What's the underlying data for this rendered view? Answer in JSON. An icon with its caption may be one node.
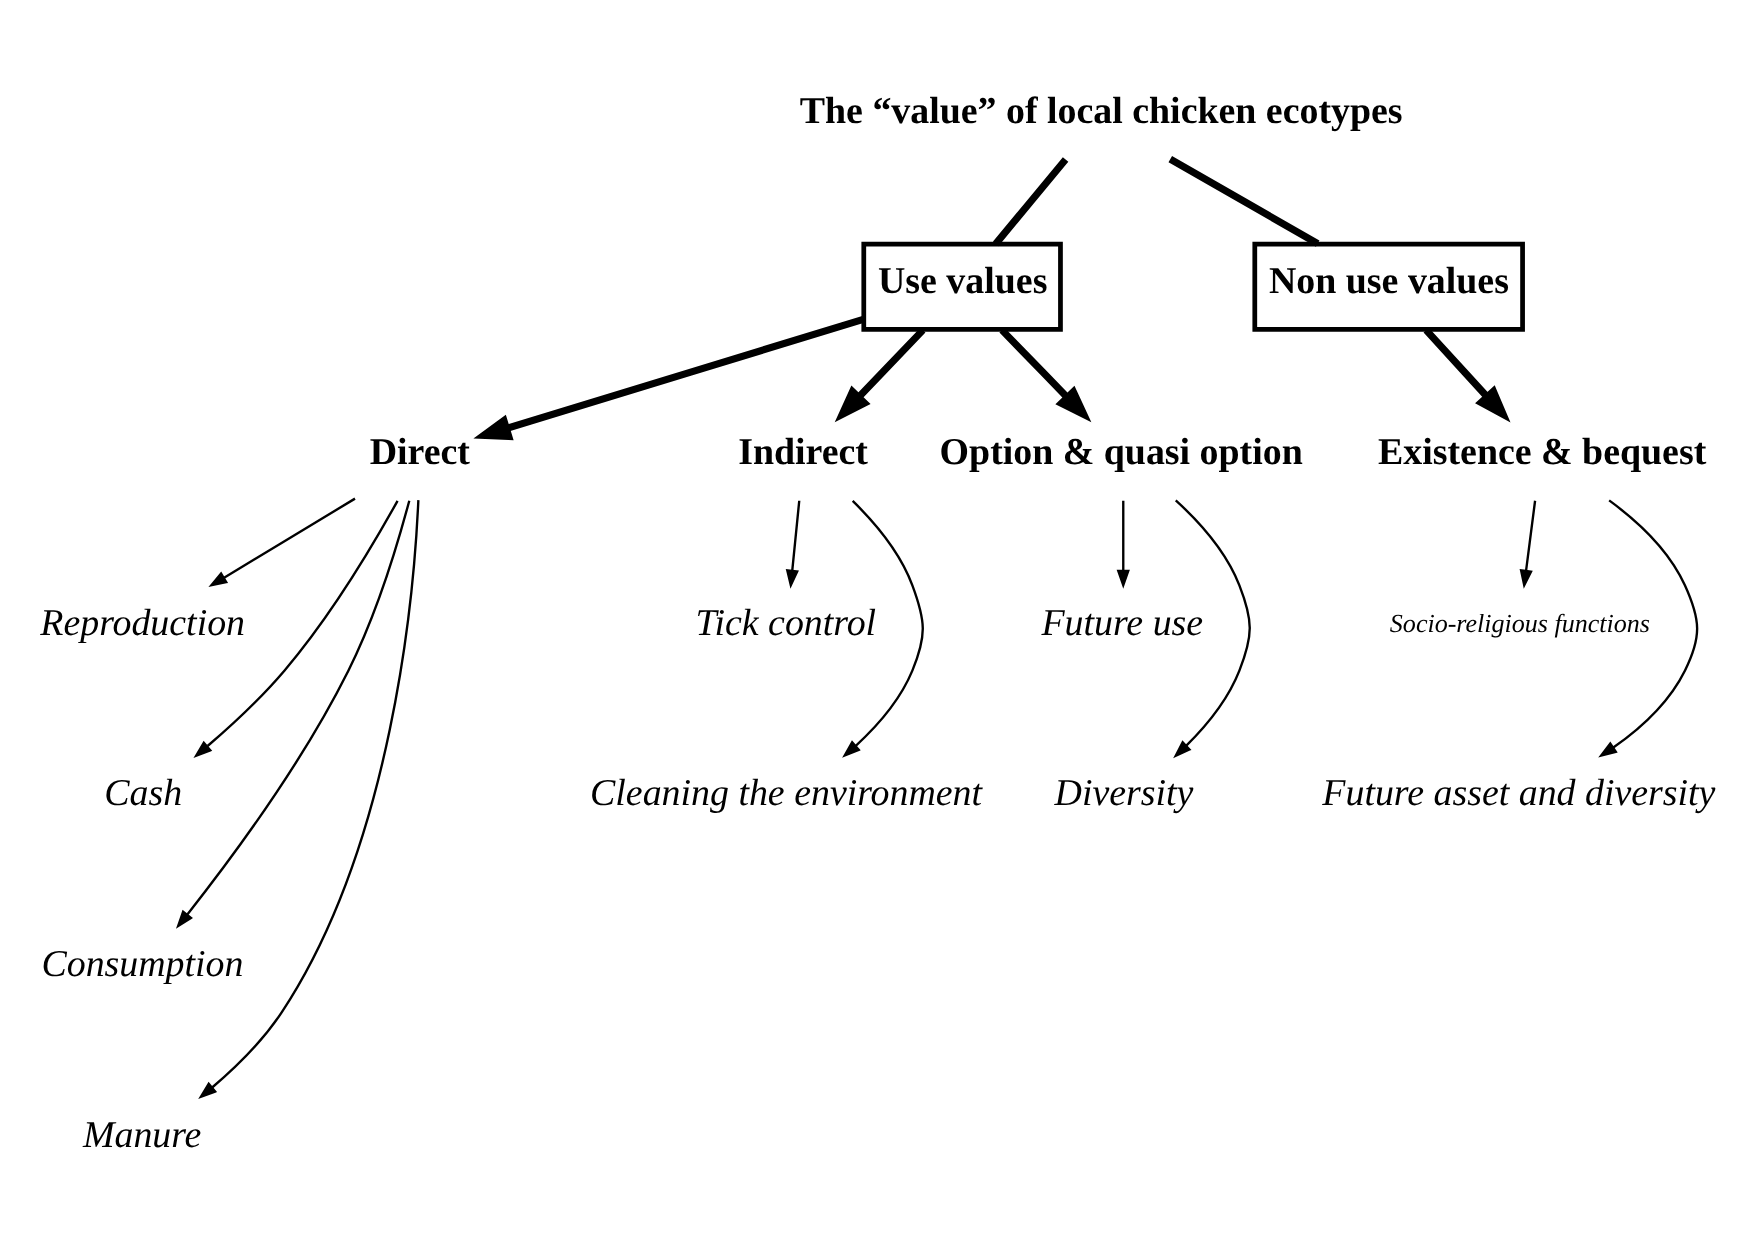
{
  "diagram": {
    "nodes": [
      {
        "text": [
          "The “value” of local chicken ecotypes"
        ]
      },
      {
        "text": [
          "Use values"
        ]
      },
      {
        "text": [
          "Non use values"
        ]
      },
      {
        "text": [
          "Direct"
        ]
      },
      {
        "text": [
          "Indirect"
        ]
      },
      {
        "text": [
          "Option & quasi option"
        ]
      },
      {
        "text": [
          "Existence & bequest"
        ]
      },
      {
        "text": [
          "Reproduction"
        ]
      },
      {
        "text": [
          "Cash"
        ]
      },
      {
        "text": [
          "Consumption"
        ]
      },
      {
        "text": [
          "Manure"
        ]
      },
      {
        "text": [
          "Tick control"
        ]
      },
      {
        "text": [
          "Cleaning the environment"
        ]
      },
      {
        "text": [
          "Future use"
        ]
      },
      {
        "text": [
          "Diversity"
        ]
      },
      {
        "text": [
          "Socio-religious functions"
        ]
      },
      {
        "text": [
          "Future asset and diversity"
        ]
      }
    ],
    "edges": [
      {
        "from": 0,
        "to": 1,
        "arrow": "none",
        "style": "thick"
      },
      {
        "from": 0,
        "to": 2,
        "arrow": "none",
        "style": "thick"
      },
      {
        "from": 1,
        "to": 3,
        "arrow": "to",
        "style": "thick"
      },
      {
        "from": 1,
        "to": 4,
        "arrow": "to",
        "style": "thick"
      },
      {
        "from": 1,
        "to": 5,
        "arrow": "to",
        "style": "thick"
      },
      {
        "from": 2,
        "to": 6,
        "arrow": "to",
        "style": "thick"
      },
      {
        "from": 3,
        "to": 7,
        "arrow": "to"
      },
      {
        "from": 3,
        "to": 8,
        "arrow": "to"
      },
      {
        "from": 3,
        "to": 9,
        "arrow": "to"
      },
      {
        "from": 3,
        "to": 10,
        "arrow": "to"
      },
      {
        "from": 4,
        "to": 11,
        "arrow": "to"
      },
      {
        "from": 4,
        "to": 12,
        "arrow": "to"
      },
      {
        "from": 5,
        "to": 13,
        "arrow": "to"
      },
      {
        "from": 5,
        "to": 14,
        "arrow": "to"
      },
      {
        "from": 6,
        "to": 15,
        "arrow": "to"
      },
      {
        "from": 6,
        "to": 16,
        "arrow": "to"
      }
    ]
  }
}
